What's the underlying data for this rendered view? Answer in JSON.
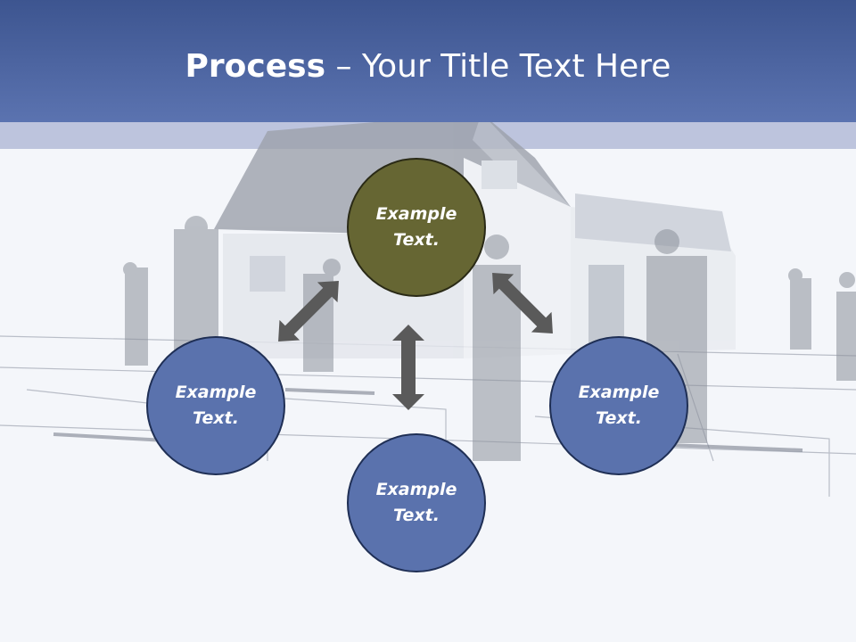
{
  "title": {
    "bold": "Process",
    "rest": " – Your Title Text Here"
  },
  "nodes": [
    {
      "label": "Example Text."
    },
    {
      "label": "Example Text."
    },
    {
      "label": "Example Text."
    },
    {
      "label": "Example Text."
    }
  ],
  "colors": {
    "header": "#4a62a0",
    "node_blue": "#5a72ad",
    "node_center": "#666633",
    "arrow": "#5a5a5a"
  }
}
